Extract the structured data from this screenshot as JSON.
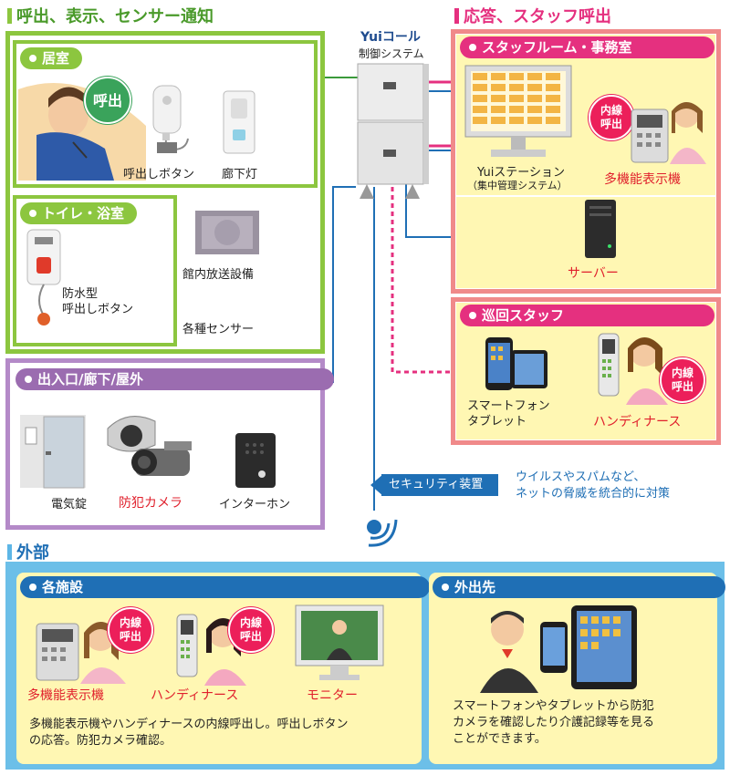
{
  "sections": {
    "call_display": "呼出、表示、センサー通知",
    "response": "応答、スタッフ呼出",
    "external": "外部"
  },
  "panels": {
    "room": "居室",
    "toilet": "トイレ・浴室",
    "entrance": "出入口/廊下/屋外",
    "staff_room": "スタッフルーム・事務室",
    "patrol": "巡回スタッフ",
    "facilities": "各施設",
    "outing": "外出先"
  },
  "system": {
    "brand": "Yuiコール",
    "name": "制御システム"
  },
  "room": {
    "call_badge": "呼出",
    "call_button": "呼出しボタン",
    "hall_light": "廊下灯",
    "broadcast": "館内放送設備",
    "sensors": "各種センサー"
  },
  "toilet": {
    "button_line1": "防水型",
    "button_line2": "呼出しボタン"
  },
  "entrance": {
    "lock": "電気錠",
    "camera": "防犯カメラ",
    "intercom": "インターホン"
  },
  "staff_room": {
    "station_line1": "Yuiステーション",
    "station_line2": "（集中管理システム）",
    "multi_display": "多機能表示機",
    "server": "サーバー",
    "badge_line1": "内線",
    "badge_line2": "呼出"
  },
  "patrol": {
    "smartphone": "スマートフォン",
    "tablet": "タブレット",
    "handy_nurse": "ハンディナース",
    "badge_line1": "内線",
    "badge_line2": "呼出"
  },
  "security": {
    "label": "セキュリティ装置",
    "desc_line1": "ウイルスやスパムなど、",
    "desc_line2": "ネットの脅威を統合的に対策"
  },
  "facilities": {
    "multi_display": "多機能表示機",
    "handy_nurse": "ハンディナース",
    "monitor": "モニター",
    "badge_line1": "内線",
    "badge_line2": "呼出",
    "desc_line1": "多機能表示機やハンディナースの内線呼出し。呼出しボタン",
    "desc_line2": "の応答。防犯カメラ確認。"
  },
  "outing": {
    "desc_line1": "スマートフォンやタブレットから防犯",
    "desc_line2": "カメラを確認したり介護記録等を見る",
    "desc_line3": "ことができます。"
  },
  "colors": {
    "green": "#8cc63f",
    "purple": "#9b6cb0",
    "pink": "#e5307f",
    "blue": "#1f6fb5",
    "sky": "#5db6e6",
    "cream": "#fff7b3",
    "red_text": "#e0202c"
  }
}
